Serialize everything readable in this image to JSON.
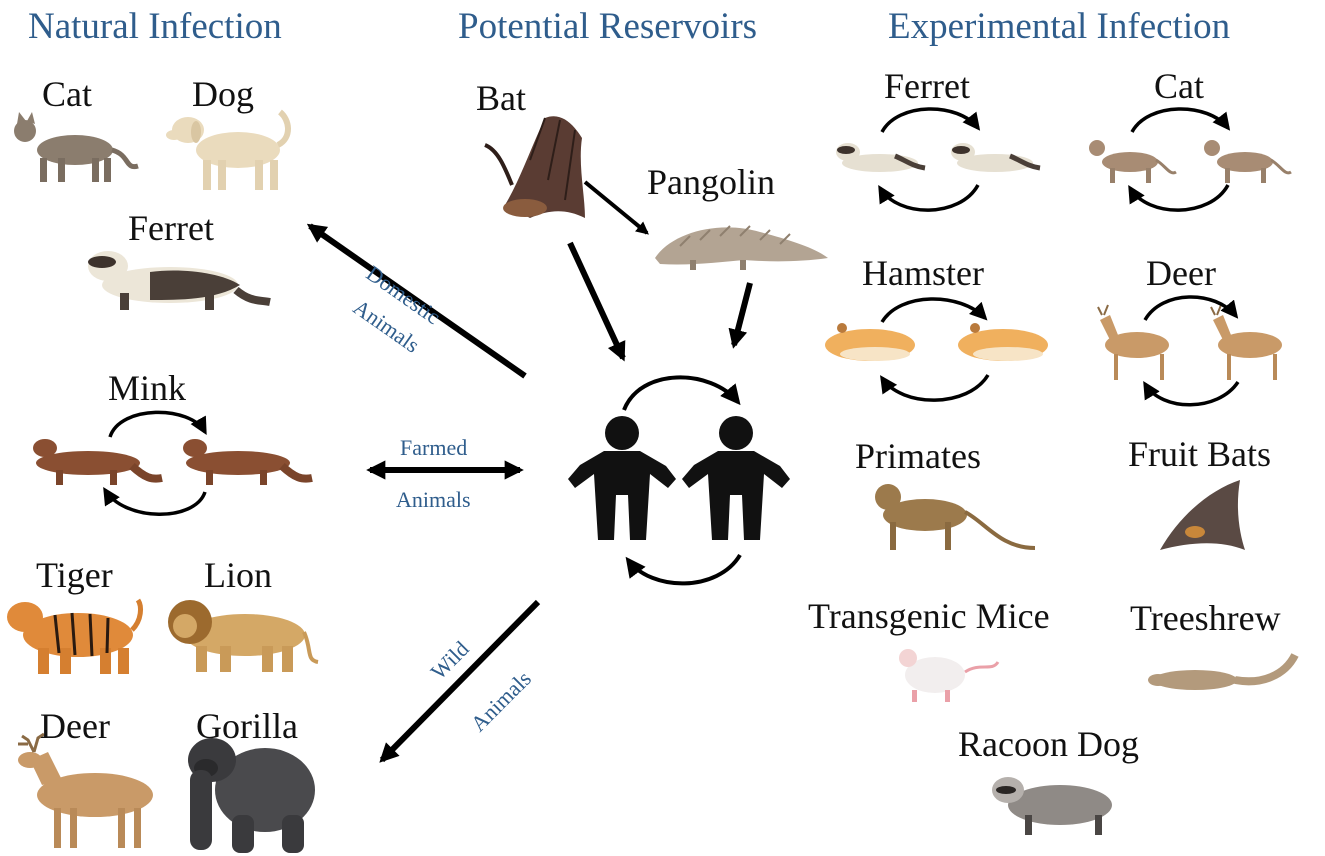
{
  "colors": {
    "heading": "#2f5d8c",
    "pathway_label": "#2f5d8c",
    "arrow": "#000000",
    "human": "#111111"
  },
  "headers": {
    "natural": "Natural Infection",
    "reservoirs": "Potential Reservoirs",
    "experimental": "Experimental Infection"
  },
  "natural_infection": {
    "cat": "Cat",
    "dog": "Dog",
    "ferret": "Ferret",
    "mink": "Mink",
    "tiger": "Tiger",
    "lion": "Lion",
    "deer": "Deer",
    "gorilla": "Gorilla"
  },
  "reservoirs": {
    "bat": "Bat",
    "pangolin": "Pangolin"
  },
  "pathways": {
    "domestic_1": "Domestic",
    "domestic_2": "Animals",
    "farmed_1": "Farmed",
    "farmed_2": "Animals",
    "wild_1": "Wild",
    "wild_2": "Animals"
  },
  "experimental_infection": {
    "ferret": "Ferret",
    "cat": "Cat",
    "hamster": "Hamster",
    "deer": "Deer",
    "primates": "Primates",
    "fruit_bats": "Fruit Bats",
    "transgenic_mice": "Transgenic Mice",
    "treeshrew": "Treeshrew",
    "racoon_dog": "Racoon Dog"
  }
}
